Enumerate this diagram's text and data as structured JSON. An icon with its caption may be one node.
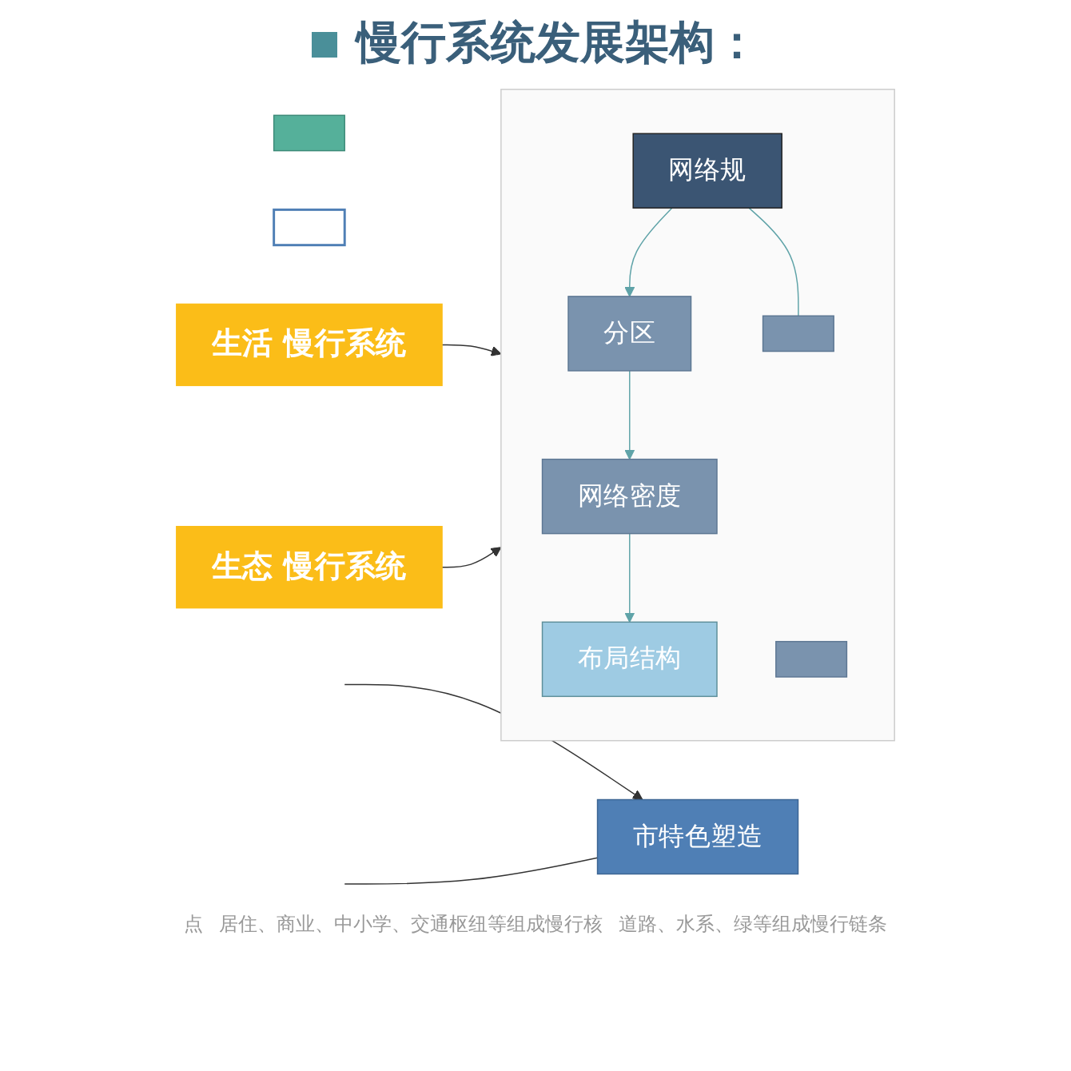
{
  "diagram": {
    "title": "慢行系统发展架构：",
    "nodes": [
      {
        "text": [],
        "shape": "box"
      },
      {
        "text": [
          "市特色塑造"
        ]
      },
      {
        "text": [],
        "shape": "box"
      },
      {
        "text": [
          "生活 慢行系统"
        ]
      },
      {
        "text": [
          "生态 慢行系统"
        ]
      },
      {
        "text": [],
        "shape": "box"
      },
      {
        "text": [
          "网络规"
        ],
        "in": 5
      },
      {
        "text": [
          "分区"
        ],
        "in": 5
      },
      {
        "text": [],
        "shape": "box",
        "in": 5
      },
      {
        "text": [
          "网络密度"
        ],
        "in": 5
      },
      {
        "text": [],
        "shape": "box",
        "in": 5
      },
      {
        "text": [
          "布局结构"
        ],
        "in": 5
      }
    ],
    "edges": [
      {
        "from": null,
        "to": 1,
        "arrow": "to"
      },
      {
        "from": null,
        "to": 1,
        "arrow": "none"
      },
      {
        "from": 3,
        "to": 5,
        "arrow": "to"
      },
      {
        "from": 4,
        "to": 5,
        "arrow": "to"
      },
      {
        "from": 6,
        "to": 7,
        "arrow": "to",
        "color": "#5fa3a8"
      },
      {
        "from": 6,
        "to": 8,
        "arrow": "none",
        "color": "#5fa3a8"
      },
      {
        "from": 7,
        "to": 9,
        "arrow": "to",
        "color": "#5fa3a8"
      },
      {
        "from": 9,
        "to": 11,
        "arrow": "to",
        "color": "#5fa3a8"
      }
    ],
    "labels": [
      "点",
      "居住、商业、中小学、交通枢纽等组成慢行核",
      "道路、水系、绿等组成慢行链条"
    ]
  }
}
